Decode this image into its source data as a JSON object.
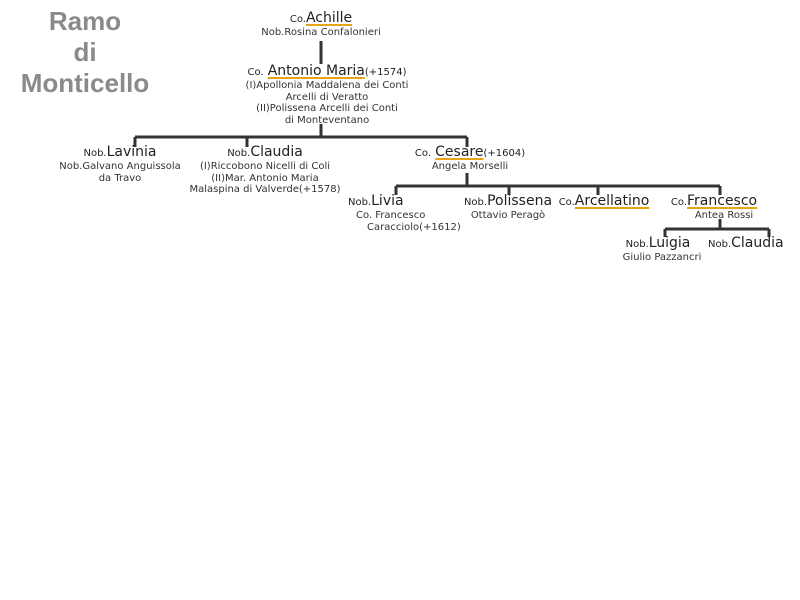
{
  "title": [
    "Ramo",
    "di",
    "Monticello"
  ],
  "colors": {
    "title": "#8a8a8a",
    "line": "#333333",
    "underline": "#e8a317"
  },
  "people": {
    "achille": {
      "prefix": "Co.",
      "name": "Achille",
      "spouse": [
        "Nob.Rosina Confalonieri"
      ]
    },
    "antonio": {
      "prefix": "Co.",
      "name": "Antonio Maria",
      "dates": "(+1574)",
      "spouse": [
        "(I)Apollonia Maddalena dei Conti",
        "Arcelli di Veratto",
        "(II)Polissena Arcelli dei Conti",
        "di Monteventano"
      ]
    },
    "lavinia": {
      "prefix": "Nob.",
      "name": "Lavinia",
      "spouse": [
        "Nob.Galvano Anguissola",
        "da Travo"
      ]
    },
    "claudia1": {
      "prefix": "Nob.",
      "name": "Claudia",
      "spouse": [
        "(I)Riccobono Nicelli di Coli",
        "(II)Mar. Antonio Maria",
        "Malaspina di Valverde(+1578)"
      ]
    },
    "cesare": {
      "prefix": "Co.",
      "name": "Cesare",
      "dates": "(+1604)",
      "spouse": [
        "Angela Morselli"
      ]
    },
    "livia": {
      "prefix": "Nob.",
      "name": "Livia",
      "spouse": [
        "Co. Francesco",
        "Caracciolo(+1612)"
      ]
    },
    "polissena": {
      "prefix": "Nob.",
      "name": "Polissena",
      "spouse": [
        "Ottavio Peragò"
      ]
    },
    "arcellatino": {
      "prefix": "Co.",
      "name": "Arcellatino"
    },
    "francesco": {
      "prefix": "Co.",
      "name": "Francesco",
      "spouse": [
        "Antea Rossi"
      ]
    },
    "luigia": {
      "prefix": "Nob.",
      "name": "Luigia",
      "spouse": [
        "Giulio Pazzancri"
      ]
    },
    "claudia2": {
      "prefix": "Nob.",
      "name": "Claudia"
    }
  }
}
